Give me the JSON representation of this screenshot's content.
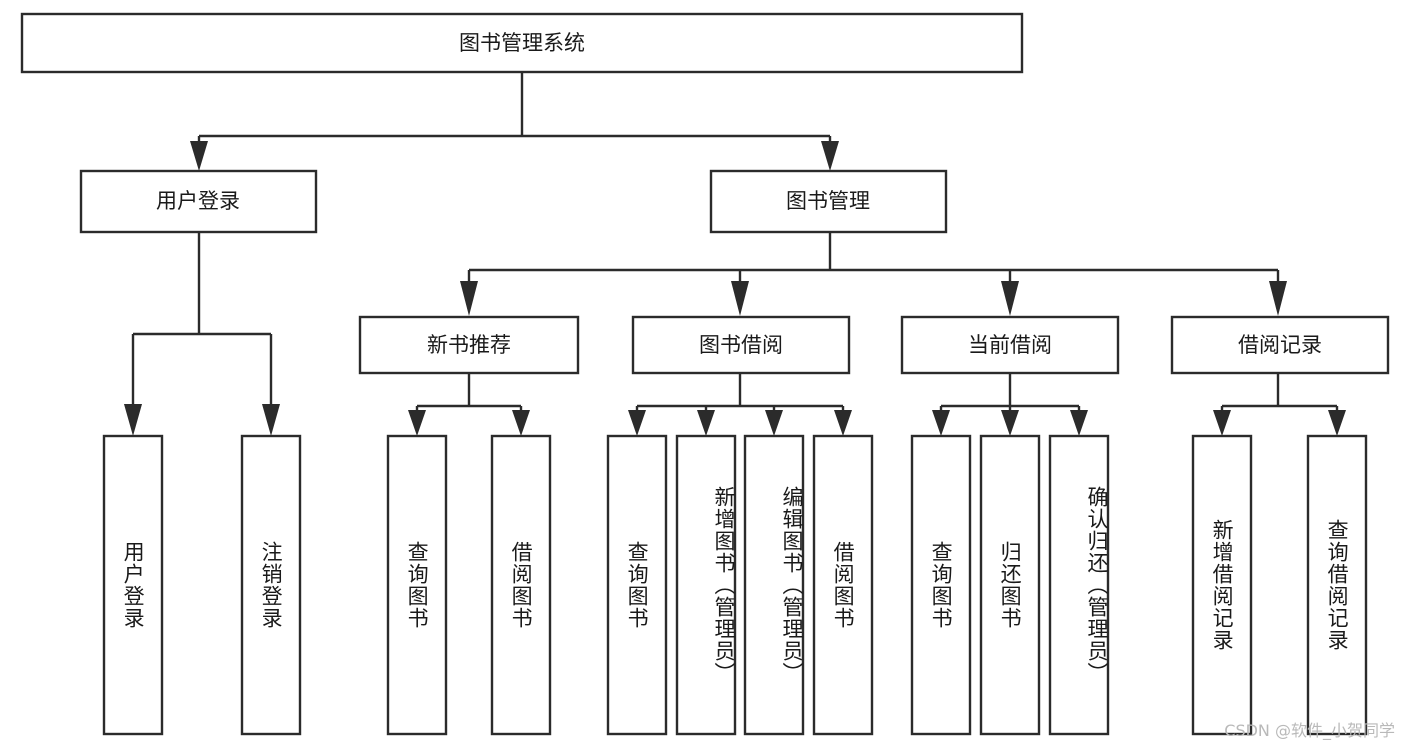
{
  "diagram": {
    "title_node": {
      "id": "root",
      "label": "图书管理系统",
      "orientation": "horizontal"
    },
    "level1": [
      {
        "id": "user-login",
        "label": "用户登录",
        "orientation": "horizontal"
      },
      {
        "id": "book-manage",
        "label": "图书管理",
        "orientation": "horizontal"
      }
    ],
    "level2": [
      {
        "id": "new-book-rec",
        "label": "新书推荐",
        "orientation": "horizontal",
        "parent": "book-manage"
      },
      {
        "id": "book-borrow",
        "label": "图书借阅",
        "orientation": "horizontal",
        "parent": "book-manage"
      },
      {
        "id": "current-borrow",
        "label": "当前借阅",
        "orientation": "horizontal",
        "parent": "book-manage"
      },
      {
        "id": "borrow-record",
        "label": "借阅记录",
        "orientation": "horizontal",
        "parent": "book-manage"
      }
    ],
    "leaves": [
      {
        "id": "leaf-user-login",
        "label": "用户登录",
        "orientation": "vertical",
        "parent": "user-login"
      },
      {
        "id": "leaf-logout",
        "label": "注销登录",
        "orientation": "vertical",
        "parent": "user-login"
      },
      {
        "id": "leaf-query-book-1",
        "label": "查询图书",
        "orientation": "vertical",
        "parent": "new-book-rec"
      },
      {
        "id": "leaf-borrow-book-1",
        "label": "借阅图书",
        "orientation": "vertical",
        "parent": "new-book-rec"
      },
      {
        "id": "leaf-query-book-2",
        "label": "查询图书",
        "orientation": "vertical",
        "parent": "book-borrow"
      },
      {
        "id": "leaf-add-book",
        "label": "新增图书（管理员）",
        "orientation": "vertical",
        "parent": "book-borrow"
      },
      {
        "id": "leaf-edit-book",
        "label": "编辑图书（管理员）",
        "orientation": "vertical",
        "parent": "book-borrow"
      },
      {
        "id": "leaf-borrow-book-2",
        "label": "借阅图书",
        "orientation": "vertical",
        "parent": "book-borrow"
      },
      {
        "id": "leaf-query-book-3",
        "label": "查询图书",
        "orientation": "vertical",
        "parent": "current-borrow"
      },
      {
        "id": "leaf-return-book",
        "label": "归还图书",
        "orientation": "vertical",
        "parent": "current-borrow"
      },
      {
        "id": "leaf-confirm-return",
        "label": "确认归还（管理员）",
        "orientation": "vertical",
        "parent": "current-borrow"
      },
      {
        "id": "leaf-add-record",
        "label": "新增借阅记录",
        "orientation": "vertical",
        "parent": "borrow-record"
      },
      {
        "id": "leaf-query-record",
        "label": "查询借阅记录",
        "orientation": "vertical",
        "parent": "borrow-record"
      }
    ],
    "watermark": "CSDN @软件_小贺同学",
    "colors": {
      "stroke": "#2b2b2b",
      "fill": "#ffffff",
      "text": "#1a1a1a",
      "watermark": "#b9b9b9"
    }
  }
}
